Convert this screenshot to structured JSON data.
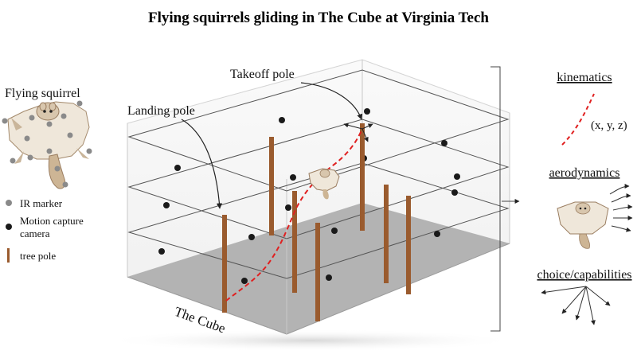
{
  "title": "Flying squirrels gliding in The Cube at Virginia Tech",
  "left_panel": {
    "squirrel_label": "Flying squirrel",
    "legend": [
      {
        "label": "IR marker",
        "icon": "ir-marker-dot",
        "color": "#8a8a8a"
      },
      {
        "label": "Motion capture",
        "label2": "camera",
        "icon": "camera-dot",
        "color": "#1a1a1a"
      },
      {
        "label": "tree pole",
        "icon": "pole-bar",
        "color": "#9a5b2e"
      }
    ]
  },
  "cube": {
    "label": "The Cube",
    "landing_label": "Landing pole",
    "takeoff_label": "Takeoff pole",
    "colors": {
      "floor": "#b3b3b3",
      "pole": "#9a5b2e",
      "path": "#e02020",
      "camera": "#1a1a1a"
    }
  },
  "outcomes": [
    {
      "label": "kinematics",
      "annotation": "(x, y, z)"
    },
    {
      "label": "aerodynamics"
    },
    {
      "label": "choice/capabilities"
    }
  ]
}
